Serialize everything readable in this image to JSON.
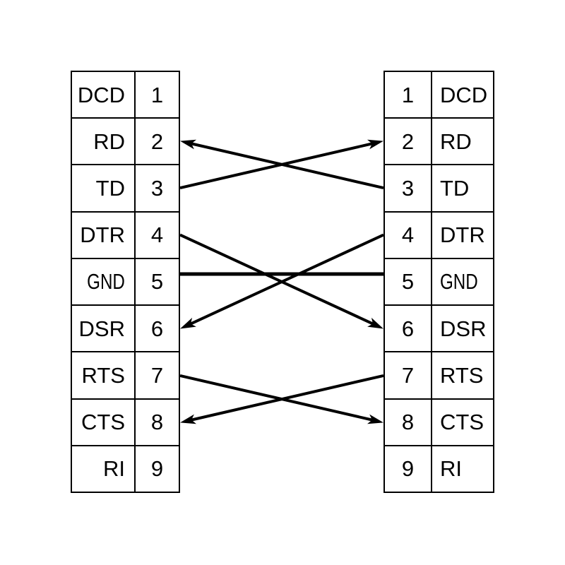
{
  "colors": {
    "background": "#ffffff",
    "line": "#000000",
    "text": "#000000"
  },
  "pins": [
    {
      "num": "1",
      "label": "DCD"
    },
    {
      "num": "2",
      "label": "RD"
    },
    {
      "num": "3",
      "label": "TD"
    },
    {
      "num": "4",
      "label": "DTR"
    },
    {
      "num": "5",
      "label": "GND"
    },
    {
      "num": "6",
      "label": "DSR"
    },
    {
      "num": "7",
      "label": "RTS"
    },
    {
      "num": "8",
      "label": "CTS"
    },
    {
      "num": "9",
      "label": "RI"
    }
  ],
  "connections": [
    {
      "from": "L3",
      "to": "R2",
      "arrow": true
    },
    {
      "from": "R3",
      "to": "L2",
      "arrow": true
    },
    {
      "from": "L4",
      "to": "R6",
      "arrow": true
    },
    {
      "from": "R4",
      "to": "L6",
      "arrow": true
    },
    {
      "from": "L5",
      "to": "R5",
      "arrow": false
    },
    {
      "from": "L7",
      "to": "R8",
      "arrow": true
    },
    {
      "from": "R7",
      "to": "L8",
      "arrow": true
    }
  ]
}
